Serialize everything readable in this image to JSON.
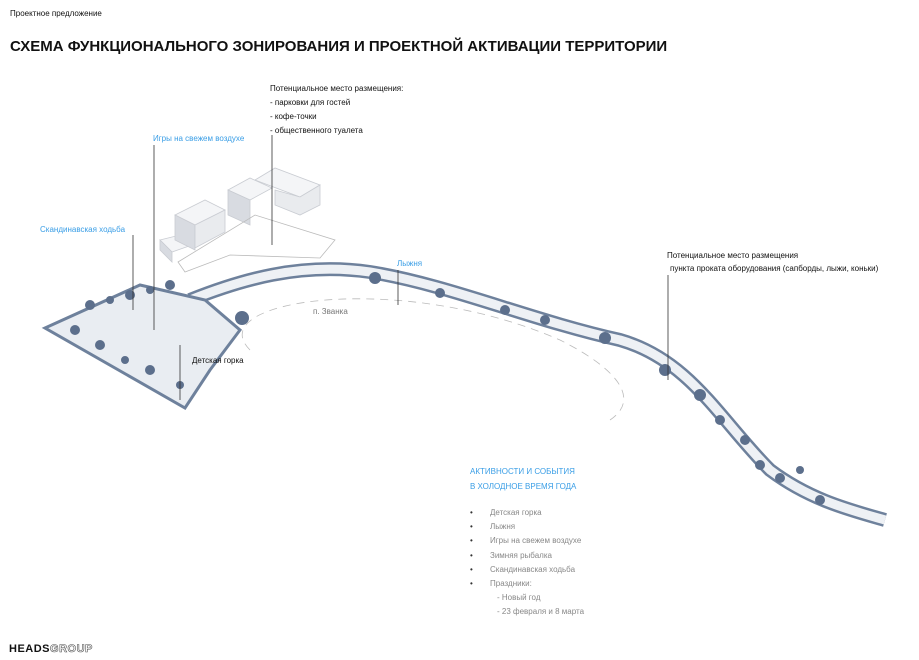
{
  "header": {
    "subtitle": "Проектное предложение",
    "title": "СХЕМА ФУНКЦИОНАЛЬНОГО ЗОНИРОВАНИЯ И ПРОЕКТНОЙ АКТИВАЦИИ ТЕРРИТОРИИ"
  },
  "annotations": {
    "placement_title": "Потенциальное место размещения:",
    "placement_items": [
      "- парковки для гостей",
      "- кофе-точки",
      "- общественного туалета"
    ],
    "outdoor_games": "Игры на свежем воздухе",
    "nordic_walking": "Скандинавская ходьба",
    "ski_track": "Лыжня",
    "river": "п. Званка",
    "kids_slide": "Детская горка",
    "rental_line1": "Потенциальное место размещения",
    "rental_line2": "пункта проката оборудования (сапборды, лыжи, коньки)"
  },
  "activities": {
    "title_line1": "АКТИВНОСТИ И СОБЫТИЯ",
    "title_line2": "В ХОЛОДНОЕ ВРЕМЯ ГОДА",
    "bullet": "•",
    "items": [
      "Детская горка",
      "Лыжня",
      "Игры на свежем воздухе",
      "Зимняя рыбалка",
      "Скандинавская ходьба",
      "Праздники:"
    ],
    "holidays": [
      "- Новый год",
      "- 23 февраля и 8 марта"
    ]
  },
  "logo": {
    "bold": "HEADS",
    "light": "GROUP"
  },
  "colors": {
    "accent": "#3a9ee6",
    "strip": "#7d8fa8"
  }
}
